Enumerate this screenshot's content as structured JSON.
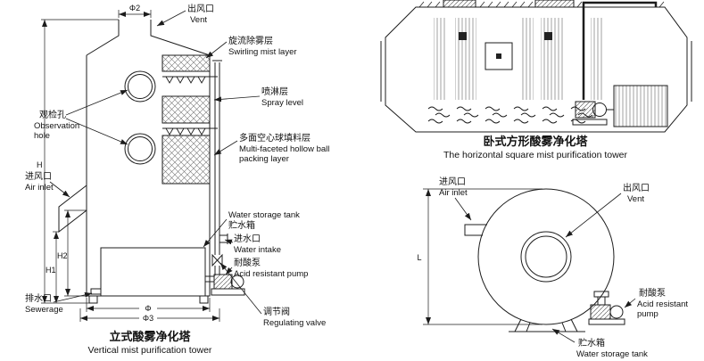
{
  "colors": {
    "line": "#1c1c1c"
  },
  "vertical_tower": {
    "caption_cn": "立式酸雾净化塔",
    "caption_en": "Vertical mist purification tower",
    "labels": {
      "dim_phi2": "Φ2",
      "vent_cn": "出风口",
      "vent_en": "Vent",
      "swirl_cn": "旋流除雾层",
      "swirl_en": "Swirling mist layer",
      "spray_cn": "喷淋层",
      "spray_en": "Spray level",
      "observation_cn": "观检孔",
      "observation_en1": "Observation",
      "observation_en2": "hole",
      "packing_cn": "多面空心球填料层",
      "packing_en1": "Multi-faceted hollow ball",
      "packing_en2": "packing layer",
      "air_inlet_cn": "进风口",
      "air_inlet_en": "Air inlet",
      "tank_en": "Water storage tank",
      "tank_cn": "贮水箱",
      "intake_cn": "进水口",
      "intake_en": "Water intake",
      "pump_cn": "耐酸泵",
      "pump_en": "Acid resistant pump",
      "sewer_cn": "排水口",
      "sewer_en": "Sewerage",
      "valve_cn": "调节阀",
      "valve_en": "Regulating valve",
      "dim_h": "H",
      "dim_h1": "H1",
      "dim_h2": "H2",
      "dim_phi": "Φ",
      "dim_phi3": "Φ3"
    }
  },
  "horizontal_tower": {
    "caption_cn": "卧式方形酸雾净化塔",
    "caption_en": "The horizontal square mist purification tower"
  },
  "round_tower": {
    "labels": {
      "air_inlet_cn": "进风口",
      "air_inlet_en": "Air inlet",
      "vent_cn": "出风口",
      "vent_en": "Vent",
      "pump_cn": "耐酸泵",
      "pump_en1": "Acid resistant",
      "pump_en2": "pump",
      "tank_cn": "贮水箱",
      "tank_en": "Water storage tank",
      "dim_l": "L"
    }
  }
}
